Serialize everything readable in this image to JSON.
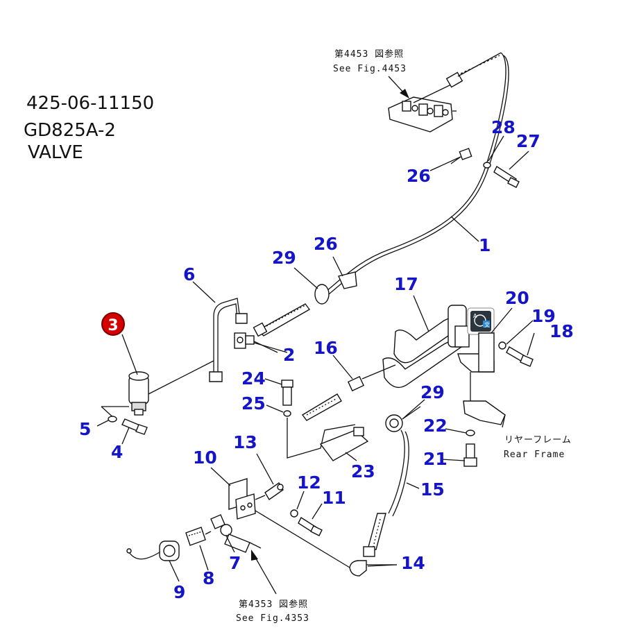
{
  "header": {
    "part_number": "425-06-11150",
    "model": "GD825A-2",
    "group": "VALVE"
  },
  "references": {
    "top_jp": "第4453 図参照",
    "top_en": "See Fig.4453",
    "bottom_jp": "第4353 図参照",
    "bottom_en": "See Fig.4353",
    "rear_frame_jp": "リヤーフレーム",
    "rear_frame_en": "Rear Frame"
  },
  "callouts": [
    "1",
    "2",
    "3",
    "4",
    "5",
    "6",
    "7",
    "8",
    "9",
    "10",
    "11",
    "12",
    "13",
    "14",
    "15",
    "16",
    "17",
    "18",
    "19",
    "20",
    "21",
    "22",
    "23",
    "24",
    "25",
    "26",
    "26",
    "27",
    "28",
    "29",
    "29"
  ],
  "highlighted_callout": "3",
  "colors": {
    "callout_text": "#1414c8",
    "highlight_fill": "#d40000",
    "line": "#111111"
  },
  "icons": {
    "translate_badge": "translate-icon"
  }
}
